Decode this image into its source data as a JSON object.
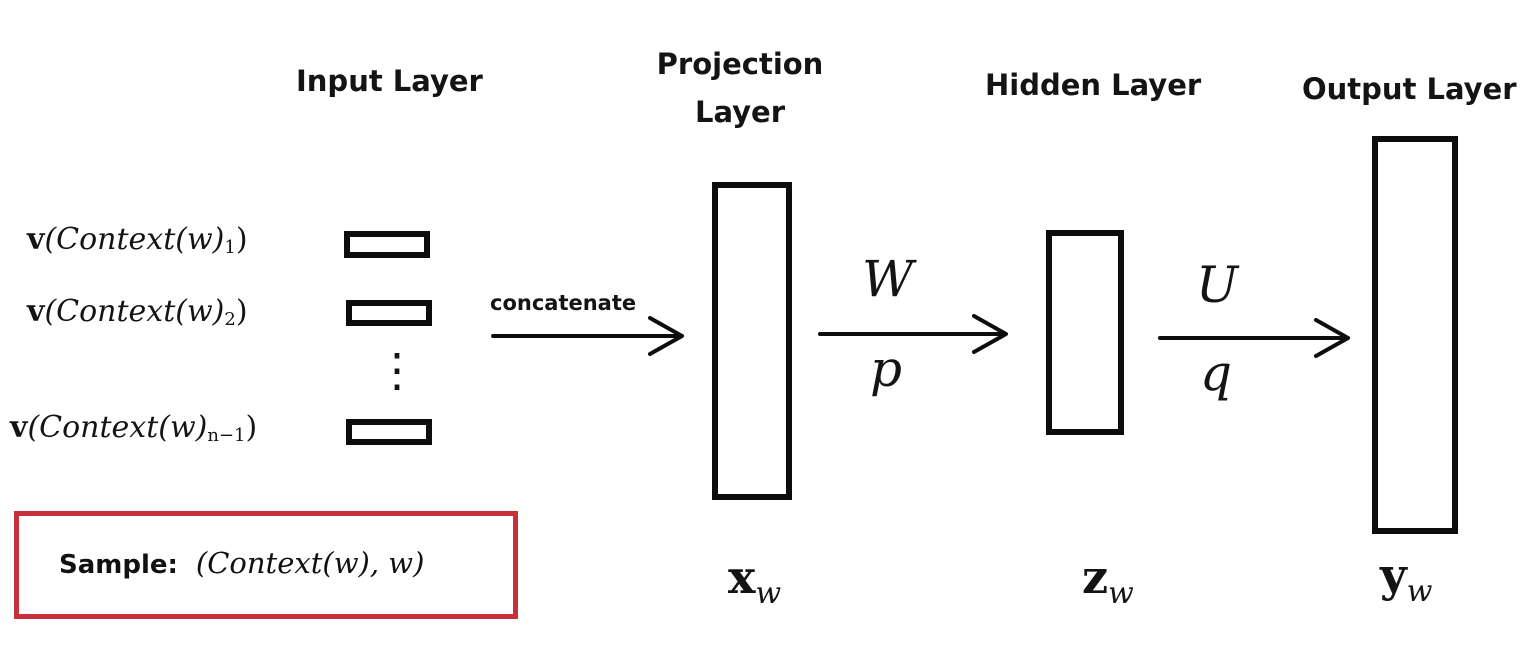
{
  "headers": {
    "input": "Input  Layer",
    "projection_line1": "Projection",
    "projection_line2": "Layer",
    "hidden": "Hidden Layer",
    "output": "Output Layer"
  },
  "inputs": [
    {
      "prefix": "v",
      "text": "(Context(w)",
      "sub": "1",
      "suffix": ")"
    },
    {
      "prefix": "v",
      "text": "(Context(w)",
      "sub": "2",
      "suffix": ")"
    },
    {
      "prefix": "v",
      "text": "(Context(w)",
      "sub": "n−1",
      "suffix": ")"
    }
  ],
  "ellipsis": "⋮",
  "concatenate_label": "concatenate",
  "weights": {
    "W": "W",
    "p": "p",
    "U": "U",
    "q": "q"
  },
  "vectors": {
    "x": {
      "base": "x",
      "sub": "w"
    },
    "z": {
      "base": "z",
      "sub": "w"
    },
    "y": {
      "base": "y",
      "sub": "w"
    }
  },
  "sample": {
    "label": "Sample:",
    "value": "(Context(w), w)"
  },
  "colors": {
    "sample_border": "#c6303b",
    "stroke": "#0d0d0d"
  }
}
